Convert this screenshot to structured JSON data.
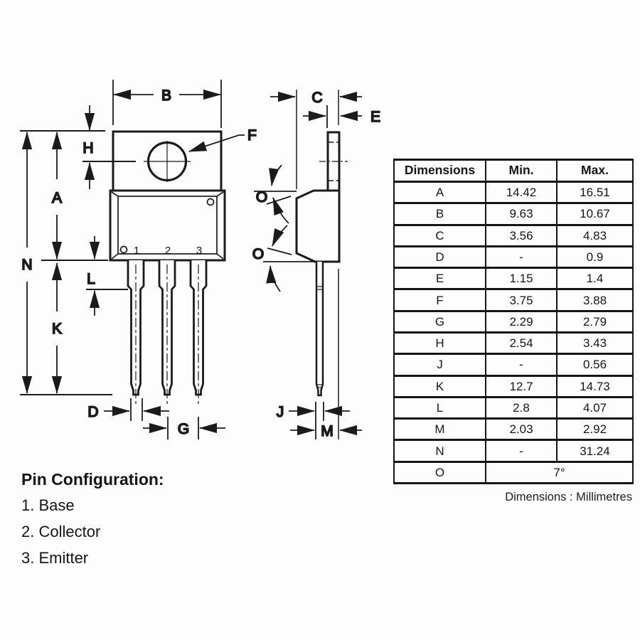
{
  "diagram": {
    "labels": {
      "a": "A",
      "b": "B",
      "c": "C",
      "d": "D",
      "e": "E",
      "f": "F",
      "g": "G",
      "h": "H",
      "j": "J",
      "k": "K",
      "l": "L",
      "m": "M",
      "n": "N",
      "o_top": "O",
      "o_bottom": "O"
    },
    "pins": {
      "p1": "1",
      "p2": "2",
      "p3": "3"
    }
  },
  "table": {
    "headers": {
      "dim": "Dimensions",
      "min": "Min.",
      "max": "Max."
    },
    "rows": [
      {
        "dim": "A",
        "min": "14.42",
        "max": "16.51"
      },
      {
        "dim": "B",
        "min": "9.63",
        "max": "10.67"
      },
      {
        "dim": "C",
        "min": "3.56",
        "max": "4.83"
      },
      {
        "dim": "D",
        "min": "-",
        "max": "0.9"
      },
      {
        "dim": "E",
        "min": "1.15",
        "max": "1.4"
      },
      {
        "dim": "F",
        "min": "3.75",
        "max": "3.88"
      },
      {
        "dim": "G",
        "min": "2.29",
        "max": "2.79"
      },
      {
        "dim": "H",
        "min": "2.54",
        "max": "3.43"
      },
      {
        "dim": "J",
        "min": "-",
        "max": "0.56"
      },
      {
        "dim": "K",
        "min": "12.7",
        "max": "14.73"
      },
      {
        "dim": "L",
        "min": "2.8",
        "max": "4.07"
      },
      {
        "dim": "M",
        "min": "2.03",
        "max": "2.92"
      },
      {
        "dim": "N",
        "min": "-",
        "max": "31.24"
      }
    ],
    "angle_row": {
      "dim": "O",
      "value": "7°"
    },
    "caption": "Dimensions : Millimetres"
  },
  "pin_configuration": {
    "title": "Pin Configuration:",
    "items": [
      "1. Base",
      "2. Collector",
      "3. Emitter"
    ]
  },
  "colors": {
    "ink": "#1b1b1b",
    "background": "#fdfdfd"
  }
}
